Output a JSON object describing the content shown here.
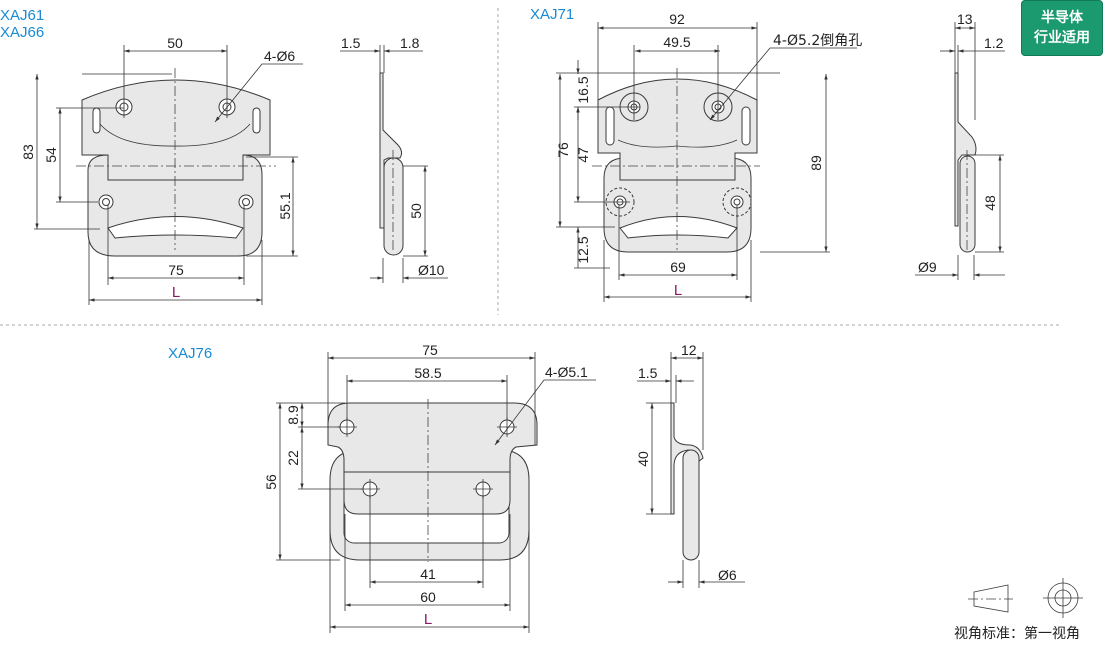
{
  "badge": {
    "line1": "半导体",
    "line2": "行业适用",
    "color": "#1a9a6e"
  },
  "colors": {
    "model_label": "#1a8ad4",
    "L_label": "#8b1a6b"
  },
  "view1": {
    "models": [
      "XAJ61",
      "XAJ66"
    ],
    "hole_pitch": "50",
    "hole_note": "4-Ø6",
    "height": "83",
    "hole_vpitch": "54",
    "handle_height": "55.1",
    "lower_pitch": "75",
    "length": "L",
    "side_t1": "1.5",
    "side_t2": "1.8",
    "side_h": "50",
    "side_dia": "Ø10"
  },
  "view2": {
    "model": "XAJ71",
    "width": "92",
    "hole_pitch": "49.5",
    "hole_note": "4-Ø5.2倒角孔",
    "top_offset": "16.5",
    "height": "76",
    "hole_vpitch": "47",
    "bottom_offset": "12.5",
    "total_height": "89",
    "lower_pitch": "69",
    "length": "L",
    "side_depth": "13",
    "side_t": "1.2",
    "side_h": "48",
    "side_dia": "Ø9"
  },
  "view3": {
    "model": "XAJ76",
    "width": "75",
    "hole_pitch": "58.5",
    "hole_note": "4-Ø5.1",
    "top_offset": "8.9",
    "hole_vpitch": "22",
    "height": "56",
    "lower_pitch": "41",
    "inner_width": "60",
    "length": "L",
    "side_depth": "12",
    "side_t": "1.5",
    "side_h": "40",
    "side_dia": "Ø6"
  },
  "projection": {
    "label": "视角标准：第一视角"
  }
}
